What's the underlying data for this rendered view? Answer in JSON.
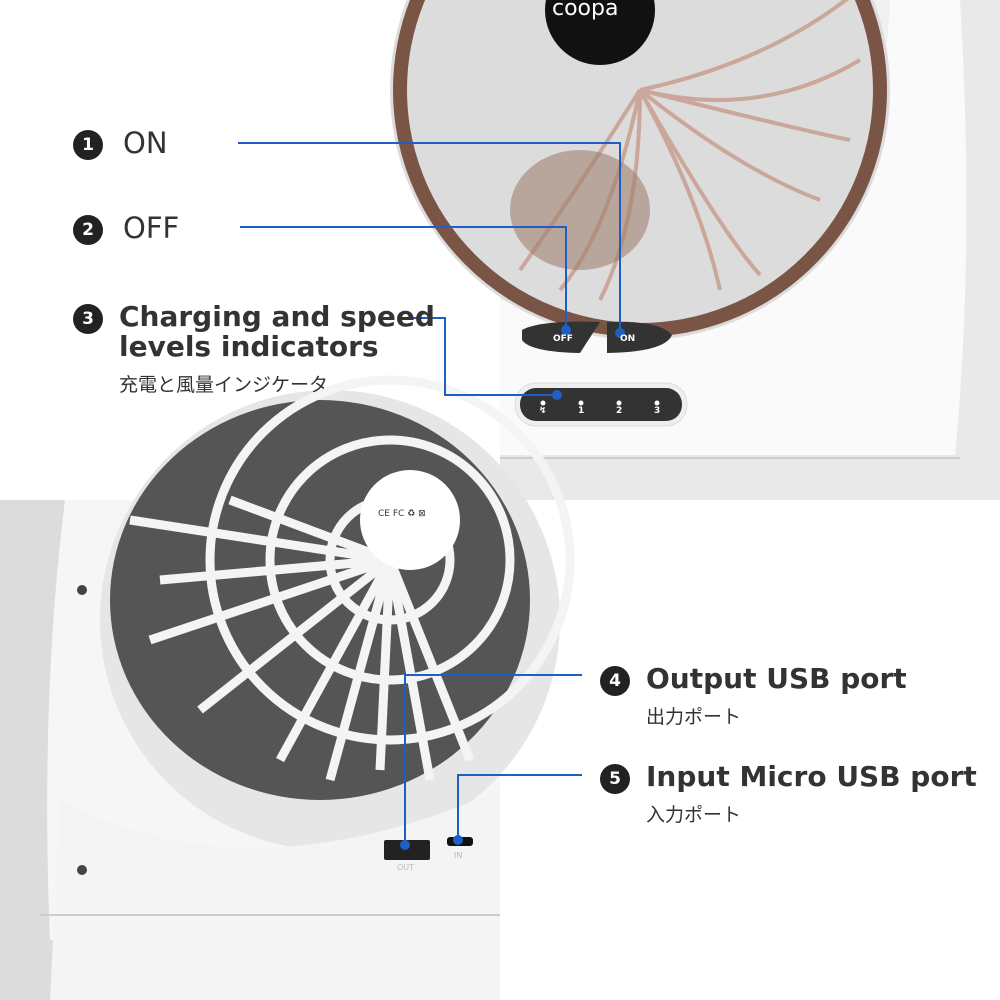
{
  "brand": "coopa",
  "callouts": [
    {
      "num": "1",
      "label": "ON"
    },
    {
      "num": "2",
      "label": "OFF"
    },
    {
      "num": "3",
      "label_line1": "Charging and speed",
      "label_line2": "levels indicators",
      "label_jp": "充電と風量インジケータ"
    },
    {
      "num": "4",
      "label": "Output USB port",
      "label_jp": "出力ポート"
    },
    {
      "num": "5",
      "label": "Input Micro USB port",
      "label_jp": "入力ポート"
    }
  ],
  "device": {
    "button_off": "OFF",
    "button_on": "ON",
    "indicators": [
      "↯",
      "1",
      "2",
      "3"
    ],
    "cert_marks": "CE FC ♻ ⊠",
    "port_out": "OUT",
    "port_in": "IN"
  },
  "colors": {
    "callout_line": "#1f5fc4",
    "fan_ring": "#7a5444",
    "text": "#333333"
  }
}
